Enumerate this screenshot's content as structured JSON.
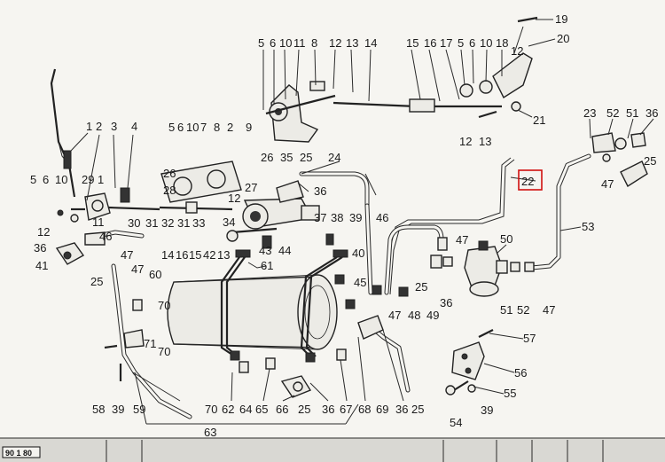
{
  "page_number": "90 1 80",
  "highlighted_label": "22",
  "callouts": [
    {
      "id": "c-1-left",
      "text": "1"
    },
    {
      "id": "c-2-left",
      "text": "2"
    },
    {
      "id": "c-3-left",
      "text": "3"
    },
    {
      "id": "c-4-left",
      "text": "4"
    },
    {
      "id": "c-5-left",
      "text": "5"
    },
    {
      "id": "c-6-left",
      "text": "6"
    },
    {
      "id": "c-10-left",
      "text": "10"
    },
    {
      "id": "c-29",
      "text": "29"
    },
    {
      "id": "c-1-b",
      "text": "1"
    },
    {
      "id": "c-12-left",
      "text": "12"
    },
    {
      "id": "c-11-left",
      "text": "11"
    },
    {
      "id": "c-30",
      "text": "30"
    },
    {
      "id": "c-31",
      "text": "31"
    },
    {
      "id": "c-32",
      "text": "32"
    },
    {
      "id": "c-31b",
      "text": "31"
    },
    {
      "id": "c-33",
      "text": "33"
    },
    {
      "id": "c-34",
      "text": "34"
    },
    {
      "id": "c-36-left",
      "text": "36"
    },
    {
      "id": "c-46",
      "text": "46"
    },
    {
      "id": "c-47-left",
      "text": "47"
    },
    {
      "id": "c-41",
      "text": "41"
    },
    {
      "id": "c-14-left",
      "text": "14"
    },
    {
      "id": "c-16-left",
      "text": "16"
    },
    {
      "id": "c-15-left",
      "text": "15"
    },
    {
      "id": "c-42",
      "text": "42"
    },
    {
      "id": "c-13-left",
      "text": "13"
    },
    {
      "id": "c-25-left",
      "text": "25"
    },
    {
      "id": "c-47-b",
      "text": "47"
    },
    {
      "id": "c-60",
      "text": "60"
    },
    {
      "id": "c-61",
      "text": "61"
    },
    {
      "id": "c-5-mid",
      "text": "5"
    },
    {
      "id": "c-6-mid",
      "text": "6"
    },
    {
      "id": "c-10-mid",
      "text": "10"
    },
    {
      "id": "c-7",
      "text": "7"
    },
    {
      "id": "c-8-mid",
      "text": "8"
    },
    {
      "id": "c-2-mid",
      "text": "2"
    },
    {
      "id": "c-9-mid",
      "text": "9"
    },
    {
      "id": "c-26-a",
      "text": "26"
    },
    {
      "id": "c-28",
      "text": "28"
    },
    {
      "id": "c-26-b",
      "text": "26"
    },
    {
      "id": "c-35",
      "text": "35"
    },
    {
      "id": "c-25-mid",
      "text": "25"
    },
    {
      "id": "c-24",
      "text": "24"
    },
    {
      "id": "c-12-mid",
      "text": "12"
    },
    {
      "id": "c-27",
      "text": "27"
    },
    {
      "id": "c-36-mid",
      "text": "36"
    },
    {
      "id": "c-43",
      "text": "43"
    },
    {
      "id": "c-44",
      "text": "44"
    },
    {
      "id": "c-37",
      "text": "37"
    },
    {
      "id": "c-38",
      "text": "38"
    },
    {
      "id": "c-39-mid",
      "text": "39"
    },
    {
      "id": "c-40",
      "text": "40"
    },
    {
      "id": "c-45",
      "text": "45"
    },
    {
      "id": "c-47-mid",
      "text": "47"
    },
    {
      "id": "c-48",
      "text": "48"
    },
    {
      "id": "c-49",
      "text": "49"
    },
    {
      "id": "c-5-top",
      "text": "5"
    },
    {
      "id": "c-6-top",
      "text": "6"
    },
    {
      "id": "c-10-top",
      "text": "10"
    },
    {
      "id": "c-11-top",
      "text": "11"
    },
    {
      "id": "c-8-top",
      "text": "8"
    },
    {
      "id": "c-12-top",
      "text": "12"
    },
    {
      "id": "c-13-top",
      "text": "13"
    },
    {
      "id": "c-14-top",
      "text": "14"
    },
    {
      "id": "c-15-top",
      "text": "15"
    },
    {
      "id": "c-16-top",
      "text": "16"
    },
    {
      "id": "c-17-top",
      "text": "17"
    },
    {
      "id": "c-5-top2",
      "text": "5"
    },
    {
      "id": "c-6-top2",
      "text": "6"
    },
    {
      "id": "c-10-top2",
      "text": "10"
    },
    {
      "id": "c-18-top",
      "text": "18"
    },
    {
      "id": "c-19",
      "text": "19"
    },
    {
      "id": "c-20",
      "text": "20"
    },
    {
      "id": "c-12-top2",
      "text": "12"
    },
    {
      "id": "c-21",
      "text": "21"
    },
    {
      "id": "c-12-r",
      "text": "12"
    },
    {
      "id": "c-13-r",
      "text": "13"
    },
    {
      "id": "c-22",
      "text": "22"
    },
    {
      "id": "c-23",
      "text": "23"
    },
    {
      "id": "c-52-top",
      "text": "52"
    },
    {
      "id": "c-51-top",
      "text": "51"
    },
    {
      "id": "c-36-top",
      "text": "36"
    },
    {
      "id": "c-25-r",
      "text": "25"
    },
    {
      "id": "c-47-r",
      "text": "47"
    },
    {
      "id": "c-53",
      "text": "53"
    },
    {
      "id": "c-46-r",
      "text": "46"
    },
    {
      "id": "c-47-rm",
      "text": "47"
    },
    {
      "id": "c-50",
      "text": "50"
    },
    {
      "id": "c-25-rm",
      "text": "25"
    },
    {
      "id": "c-36-rm",
      "text": "36"
    },
    {
      "id": "c-51-b",
      "text": "51"
    },
    {
      "id": "c-52-b",
      "text": "52"
    },
    {
      "id": "c-47-rb",
      "text": "47"
    },
    {
      "id": "c-57",
      "text": "57"
    },
    {
      "id": "c-56",
      "text": "56"
    },
    {
      "id": "c-55",
      "text": "55"
    },
    {
      "id": "c-39-r",
      "text": "39"
    },
    {
      "id": "c-54",
      "text": "54"
    },
    {
      "id": "c-70-mid",
      "text": "70"
    },
    {
      "id": "c-71",
      "text": "71"
    },
    {
      "id": "c-70-b",
      "text": "70"
    },
    {
      "id": "c-58",
      "text": "58"
    },
    {
      "id": "c-39-b",
      "text": "39"
    },
    {
      "id": "c-59",
      "text": "59"
    },
    {
      "id": "c-70-bb",
      "text": "70"
    },
    {
      "id": "c-62",
      "text": "62"
    },
    {
      "id": "c-64",
      "text": "64"
    },
    {
      "id": "c-65",
      "text": "65"
    },
    {
      "id": "c-66",
      "text": "66"
    },
    {
      "id": "c-25-b",
      "text": "25"
    },
    {
      "id": "c-36-b",
      "text": "36"
    },
    {
      "id": "c-67",
      "text": "67"
    },
    {
      "id": "c-68",
      "text": "68"
    },
    {
      "id": "c-69",
      "text": "69"
    },
    {
      "id": "c-36-bb",
      "text": "36"
    },
    {
      "id": "c-25-bb",
      "text": "25"
    },
    {
      "id": "c-63",
      "text": "63"
    }
  ]
}
